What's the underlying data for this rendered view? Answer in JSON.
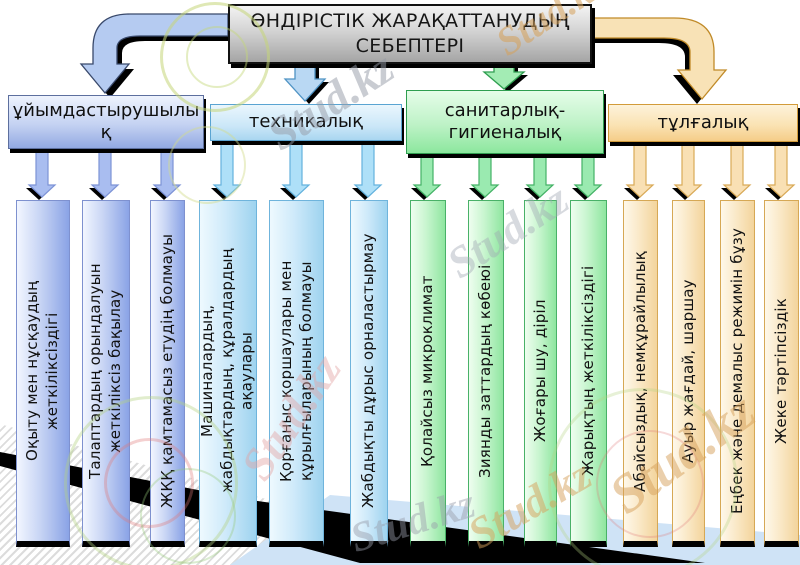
{
  "title": "ӨНДІРІСТІК ЖАРАҚАТТАНУДЫҢ СЕБЕПТЕРІ",
  "watermark_text": "Stud.kz",
  "colors": {
    "title_fill": "#c9c9c9",
    "organizational_accent": "#93a9e2",
    "technical_accent": "#a9d6f0",
    "sanitary_accent": "#8ce79e",
    "personal_accent": "#f5cd88",
    "shadow": "#000000"
  },
  "categories": [
    {
      "id": "organizational",
      "label": "ұйымдастырушылық",
      "causes": [
        "Оқыту мен нұсқаудың жеткіліксіздігі",
        "Талаптардың орындалуын жеткіліксіз бақылау",
        "ЖҚҚ қамтамасыз етудің болмауы"
      ]
    },
    {
      "id": "technical",
      "label": "техникалық",
      "causes": [
        "Машиналардың, жабдықтардың, құралдардың ақаулары",
        "Қорғаныс қоршаулары мен құрылғыларының болмауы",
        "Жабдықты дұрыс орналастырмау"
      ]
    },
    {
      "id": "sanitary-hygienic",
      "label": "санитарлық-гигиеналық",
      "causes": [
        "Қолайсыз микроклимат",
        "Зиянды заттардың көбеюі",
        "Жоғары шу, діріл",
        "Жарықтың жеткіліксіздігі"
      ]
    },
    {
      "id": "personal",
      "label": "тұлғалық",
      "causes": [
        "Абайсыздық, немқұрайлылық",
        "Ауыр жағдай, шаршау",
        "Еңбек және демалыс режимін бұзу",
        "Жеке тәртіпсіздік"
      ]
    }
  ]
}
